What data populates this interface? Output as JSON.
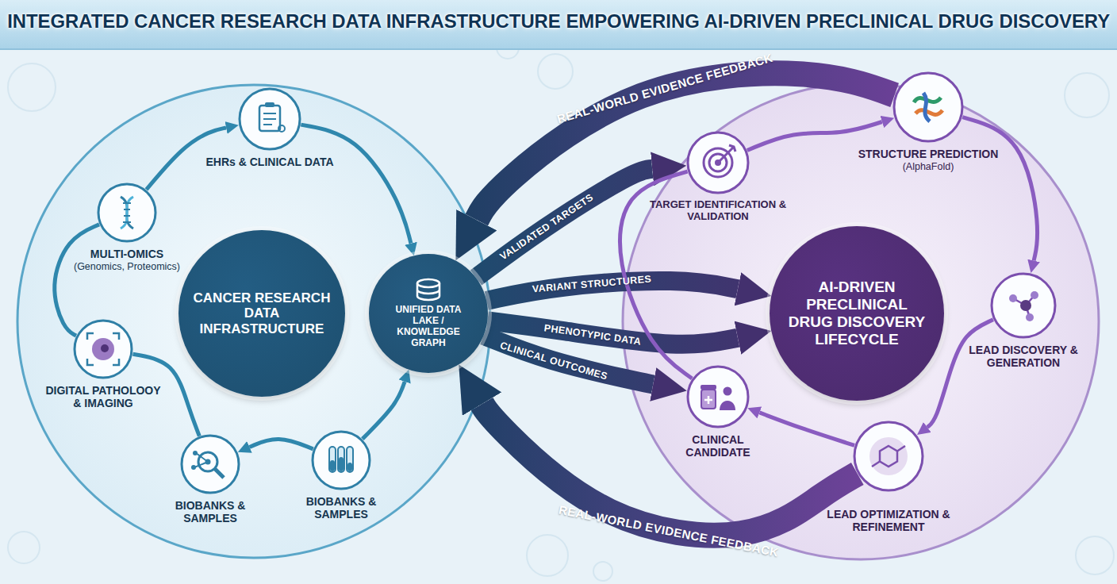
{
  "diagram": {
    "title": "INTEGRATED CANCER RESEARCH DATA INFRASTRUCTURE EMPOWERING AI-DRIVEN PRECLINICAL DRUG DISCOVERY",
    "nodes": [
      {
        "text": [
          "EHRs & CLINICAL DATA"
        ]
      },
      {
        "text": [
          "MULTI-OMICS",
          "(Genomics, Proteomics)"
        ]
      },
      {
        "text": [
          "CANCER RESEARCH DATA INFRASTRUCTURE"
        ]
      },
      {
        "text": [
          "DIGITAL PATHOLOOY & IMAGING"
        ]
      },
      {
        "text": [
          "BIOBANKS & SAMPLES"
        ]
      },
      {
        "text": [
          "BIOBANKS & SAMPLES"
        ]
      },
      {
        "text": [
          "UNIFIED DATA LAKE / KNOWLEDGE GRAPH"
        ]
      },
      {
        "text": [
          "TARGET IDENTIFICATION & VALIDATION"
        ]
      },
      {
        "text": [
          "STRUCTURE PREDICTION",
          "(AlphaFold)"
        ]
      },
      {
        "text": [
          "AI-DRIVEN PRECLINICAL DRUG DISCOVERY LIFECYCLE"
        ]
      },
      {
        "text": [
          "LEAD DISCOVERY & GENERATION"
        ]
      },
      {
        "text": [
          "CLINICAL CANDIDATE"
        ]
      },
      {
        "text": [
          "LEAD OPTIMIZATION & REFINEMENT"
        ]
      }
    ],
    "edges": [
      {
        "from": 1,
        "to": 0,
        "arrow": "to"
      },
      {
        "from": 0,
        "to": 6,
        "arrow": "to"
      },
      {
        "from": 5,
        "to": 6,
        "arrow": "to"
      },
      {
        "from": 5,
        "to": 4,
        "arrow": "to"
      },
      {
        "from": 3,
        "to": 4,
        "arrow": "none"
      },
      {
        "from": 1,
        "to": 3,
        "arrow": "none"
      },
      {
        "from": 6,
        "to": 7,
        "label": "VALIDATED TARGETS",
        "arrow": "to"
      },
      {
        "from": 6,
        "to": 9,
        "label": "VARIANT STRUCTURES",
        "arrow": "to"
      },
      {
        "from": 6,
        "to": 9,
        "label": "PHENOTYPIC DATA",
        "arrow": "to"
      },
      {
        "from": 6,
        "to": 11,
        "label": "CLINICAL OUTCOMES",
        "arrow": "to"
      },
      {
        "from": 8,
        "to": 6,
        "label": "REAL-WORLD EVIDENCE FEEDBACK",
        "arrow": "to"
      },
      {
        "from": 12,
        "to": 6,
        "label": "REAL-WORLD EVIDENCE FEEDBACK",
        "arrow": "to"
      },
      {
        "from": 7,
        "to": 8,
        "arrow": "to"
      },
      {
        "from": 8,
        "to": 10,
        "arrow": "to"
      },
      {
        "from": 10,
        "to": 12,
        "arrow": "to"
      },
      {
        "from": 12,
        "to": 11,
        "arrow": "to"
      },
      {
        "from": 11,
        "to": 7,
        "arrow": "none"
      }
    ]
  }
}
